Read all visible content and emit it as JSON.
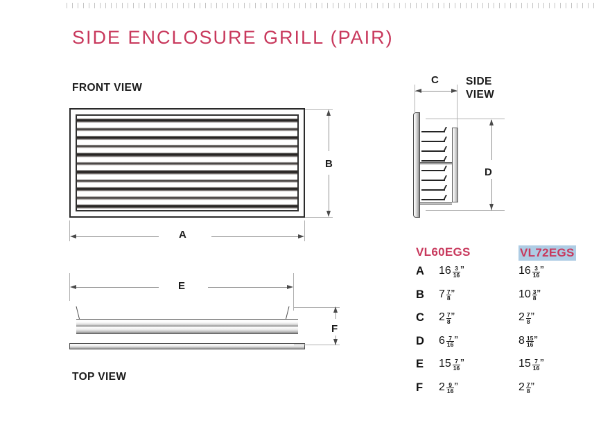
{
  "page": {
    "title": "SIDE ENCLOSURE GRILL (PAIR)",
    "accent_color": "#c8385c",
    "highlight_color": "#aecce4",
    "text_color": "#111111"
  },
  "views": {
    "front": {
      "heading": "FRONT VIEW",
      "louver_count": 11
    },
    "top": {
      "heading": "TOP VIEW"
    },
    "side": {
      "heading_line1": "SIDE",
      "heading_line2": "VIEW",
      "blade_count": 8
    }
  },
  "dimension_labels": {
    "a": "A",
    "b": "B",
    "c": "C",
    "d": "D",
    "e": "E",
    "f": "F"
  },
  "spec_table": {
    "columns": [
      {
        "key": "vl60egs",
        "label": "VL60EGS",
        "highlighted": false
      },
      {
        "key": "vl72egs",
        "label": "VL72EGS",
        "highlighted": true
      }
    ],
    "rows": [
      {
        "letter": "A",
        "vl60egs": {
          "whole": "16",
          "num": "3",
          "den": "16",
          "text": "16 3/16\""
        },
        "vl72egs": {
          "whole": "16",
          "num": "3",
          "den": "16",
          "text": "16 3/16\""
        }
      },
      {
        "letter": "B",
        "vl60egs": {
          "whole": "7",
          "num": "7",
          "den": "8",
          "text": "7 7/8\""
        },
        "vl72egs": {
          "whole": "10",
          "num": "3",
          "den": "8",
          "text": "10 3/8\""
        }
      },
      {
        "letter": "C",
        "vl60egs": {
          "whole": "2",
          "num": "7",
          "den": "8",
          "text": "2 7/8\""
        },
        "vl72egs": {
          "whole": "2",
          "num": "7",
          "den": "8",
          "text": "2 7/8\""
        }
      },
      {
        "letter": "D",
        "vl60egs": {
          "whole": "6",
          "num": "7",
          "den": "16",
          "text": "6 7/16\""
        },
        "vl72egs": {
          "whole": "8",
          "num": "15",
          "den": "16",
          "text": "8 15/16\""
        }
      },
      {
        "letter": "E",
        "vl60egs": {
          "whole": "15",
          "num": "7",
          "den": "16",
          "text": "15 7/16\""
        },
        "vl72egs": {
          "whole": "15",
          "num": "7",
          "den": "16",
          "text": "15 7/16\""
        }
      },
      {
        "letter": "F",
        "vl60egs": {
          "whole": "2",
          "num": "9",
          "den": "16",
          "text": "2 9/16\""
        },
        "vl72egs": {
          "whole": "2",
          "num": "7",
          "den": "8",
          "text": "2 7/8\""
        }
      }
    ],
    "unit_symbol": "”"
  }
}
